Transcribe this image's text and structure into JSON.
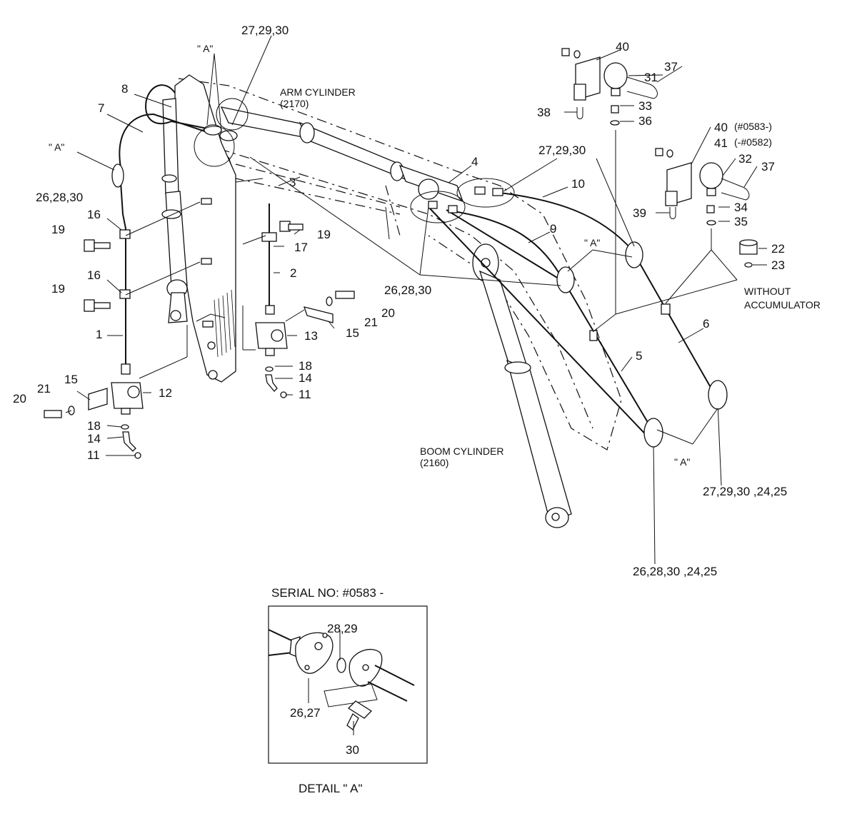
{
  "labels": {
    "arm_cylinder": "ARM CYLINDER",
    "arm_cylinder_code": "(2170)",
    "boom_cylinder": "BOOM CYLINDER",
    "boom_cylinder_code": "(2160)",
    "without_accumulator_1": "WITHOUT",
    "without_accumulator_2": "ACCUMULATOR",
    "serial_no": "SERIAL NO: #0583 -",
    "detail_a": "DETAIL   \" A\"",
    "detail_a_marker": "\" A\""
  },
  "callouts": {
    "c27_29_30_top": "27,29,30",
    "c8": "8",
    "c7": "7",
    "c26_28_30_left": "26,28,30",
    "c16a": "16",
    "c19a": "19",
    "c16b": "16",
    "c19b": "19",
    "c1": "1",
    "c15a": "15",
    "c12": "12",
    "c21a": "21",
    "c20a": "20",
    "c18a": "18",
    "c14a": "14",
    "c11a": "11",
    "c3": "3",
    "c19c": "19",
    "c17": "17",
    "c2": "2",
    "c20b": "20",
    "c21b": "21",
    "c15b": "15",
    "c13": "13",
    "c18b": "18",
    "c14b": "14",
    "c11b": "11",
    "c4": "4",
    "c27_29_30_mid": "27,29,30",
    "c10": "10",
    "c9": "9",
    "c26_28_30_mid": "26,28,30",
    "c40a": "40",
    "c31": "31",
    "c37a": "37",
    "c38": "38",
    "c33": "33",
    "c36": "36",
    "c40b": "40",
    "c40b_note": "(#0583-)",
    "c41": "41",
    "c41_note": "(-#0582)",
    "c32": "32",
    "c37b": "37",
    "c39": "39",
    "c34": "34",
    "c35": "35",
    "c22": "22",
    "c23": "23",
    "c6": "6",
    "c5": "5",
    "c27_29_30_24_25": "27,29,30 ,24,25",
    "c26_28_30_24_25": "26,28,30 ,24,25",
    "d28_29": "28,29",
    "d26_27": "26,27",
    "d30": "30"
  }
}
